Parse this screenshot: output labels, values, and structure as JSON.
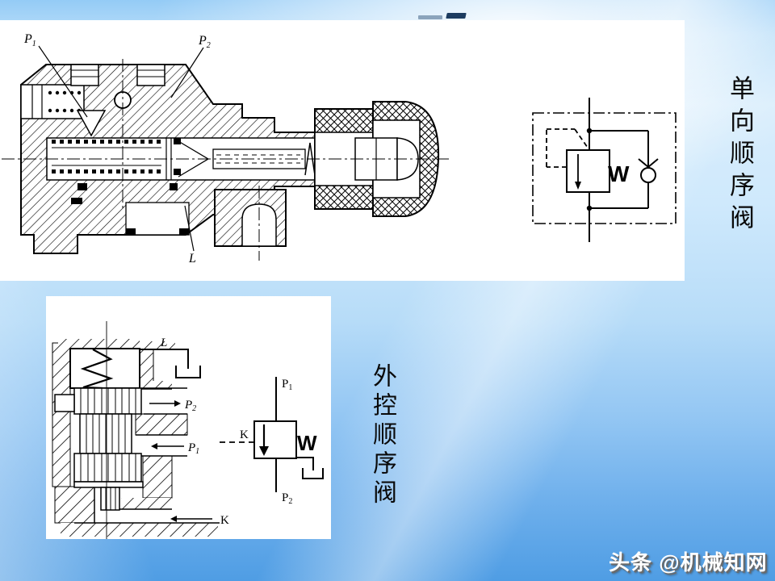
{
  "colors": {
    "background_top": "#94cbf6",
    "background_bottom": "#4f9de4",
    "panel_bg": "#ffffff",
    "ink": "#000000",
    "watermark_fill": "#ffffff",
    "watermark_shadow": "#6a6a6a"
  },
  "captions": {
    "right_vertical": "单向顺序阀",
    "middle_vertical": "外控顺序阀"
  },
  "watermark": {
    "text": "头条 @机械知网"
  },
  "top_panel": {
    "labels": {
      "p1": {
        "base": "P",
        "sub": "1"
      },
      "p2": {
        "base": "P",
        "sub": "2"
      },
      "drain": "L"
    },
    "symbol": {
      "spring": "W"
    }
  },
  "bottom_panel": {
    "section_labels": {
      "drain": "L",
      "p2": {
        "base": "P",
        "sub": "2"
      },
      "p1": {
        "base": "P",
        "sub": "1"
      },
      "pilot": "K"
    },
    "symbol": {
      "spring": "W"
    },
    "symbol_labels": {
      "p1": {
        "base": "P",
        "sub": "1"
      },
      "pilot": "K",
      "p2": {
        "base": "P",
        "sub": "2"
      }
    }
  }
}
